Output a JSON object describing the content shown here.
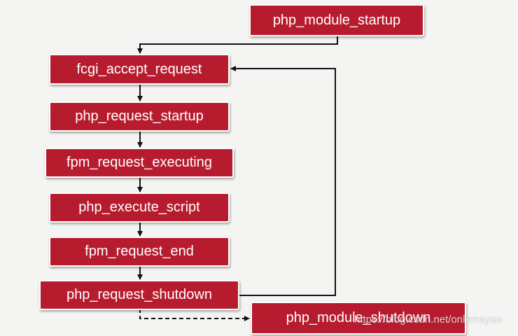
{
  "colors": {
    "node_fill": "#b71c2e",
    "node_border": "#ffffff",
    "edge": "#111111",
    "background": "#f4f5f3"
  },
  "nodes": {
    "php_module_startup": "php_module_startup",
    "fcgi_accept_request": "fcgi_accept_request",
    "php_request_startup": "php_request_startup",
    "fpm_request_executing": "fpm_request_executing",
    "php_execute_script": "php_execute_script",
    "fpm_request_end": "fpm_request_end",
    "php_request_shutdown": "php_request_shutdown",
    "php_module_shutdown": "php_module_shutdown"
  },
  "edges": [
    {
      "from": "php_module_startup",
      "to": "fcgi_accept_request",
      "style": "solid"
    },
    {
      "from": "fcgi_accept_request",
      "to": "php_request_startup",
      "style": "solid"
    },
    {
      "from": "php_request_startup",
      "to": "fpm_request_executing",
      "style": "solid"
    },
    {
      "from": "fpm_request_executing",
      "to": "php_execute_script",
      "style": "solid"
    },
    {
      "from": "php_execute_script",
      "to": "fpm_request_end",
      "style": "solid"
    },
    {
      "from": "fpm_request_end",
      "to": "php_request_shutdown",
      "style": "solid"
    },
    {
      "from": "php_request_shutdown",
      "to": "fcgi_accept_request",
      "style": "solid"
    },
    {
      "from": "php_request_shutdown",
      "to": "php_module_shutdown",
      "style": "dashed"
    }
  ],
  "watermark": "https://blog.csdn.net/onlymayao"
}
